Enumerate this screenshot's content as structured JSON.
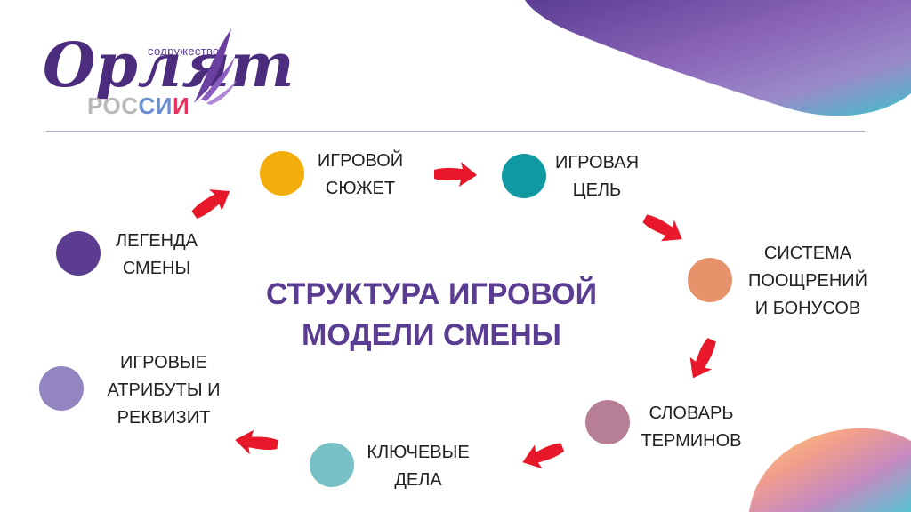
{
  "logo": {
    "top_word": "содружество",
    "main_word": "Орлят",
    "country_word": "РОССИИ",
    "country_colors": [
      "#b9b9b9",
      "#6b8fd1",
      "#e3335f"
    ]
  },
  "title": "СТРУКТУРА ИГРОВОЙ\nМОДЕЛИ СМЕНЫ",
  "nodes": [
    {
      "label": "ЛЕГЕНДА\nСМЕНЫ",
      "color": "#5b3c91"
    },
    {
      "label": "ИГРОВОЙ\nСЮЖЕТ",
      "color": "#f4ae0b"
    },
    {
      "label": "ИГРОВАЯ\nЦЕЛЬ",
      "color": "#0e9aa0"
    },
    {
      "label": "СИСТЕМА\nПООЩРЕНИЙ\nИ БОНУСОВ",
      "color": "#e8926b"
    },
    {
      "label": "СЛОВАРЬ\nТЕРМИНОВ",
      "color": "#b77f96"
    },
    {
      "label": "КЛЮЧЕВЫЕ\nДЕЛА",
      "color": "#77c0c6"
    },
    {
      "label": "ИГРОВЫЕ\nАТРИБУТЫ И\nРЕКВИЗИТ",
      "color": "#9386c0"
    }
  ],
  "colors": {
    "arrow": "#e8182b",
    "title": "#5a3d92",
    "divider": "#b5a6c8"
  }
}
